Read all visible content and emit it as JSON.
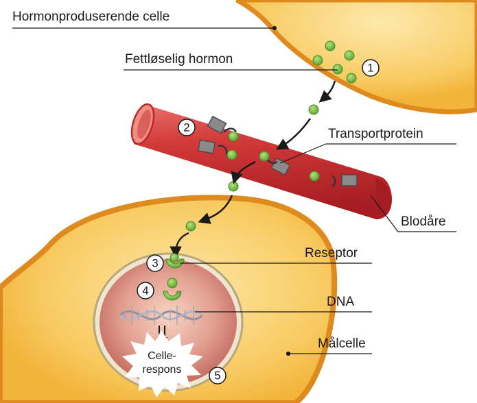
{
  "labels": {
    "producing_cell": "Hormonproduserende celle",
    "hormone": "Fettløselig hormon",
    "transport_protein": "Transportprotein",
    "blood_vessel": "Blodåre",
    "receptor": "Reseptor",
    "dna": "DNA",
    "target_cell": "Målcelle",
    "response_line1": "Celle-",
    "response_line2": "respons"
  },
  "steps": [
    "1",
    "2",
    "3",
    "4",
    "5"
  ],
  "colors": {
    "cell_fill": "#f7c04a",
    "cell_border": "#dd8a1e",
    "nucleus_fill": "#d98a7a",
    "vessel_fill": "#c92a2c",
    "hormone_green": "#7cc04a",
    "protein_gray": "#8a8a8a",
    "dna_gray": "#9a9aa8"
  }
}
